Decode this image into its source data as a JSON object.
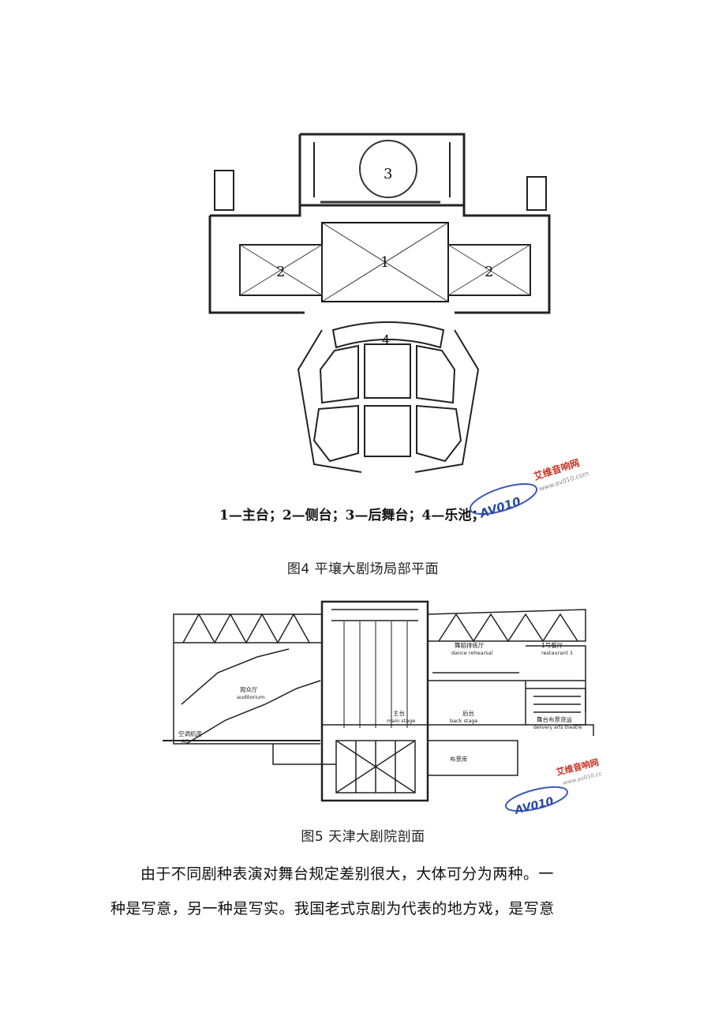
{
  "figure4": {
    "numbers": {
      "main": "1",
      "side_left": "2",
      "side_right": "2",
      "back": "3",
      "pit": "4"
    },
    "legend": "1—主台；2—侧台；3—后舞台；4—乐池；",
    "watermark": {
      "logo": "AV010",
      "brand": "艾维音响网",
      "url": "www.av010.com"
    }
  },
  "caption4": "图4  平壤大剧场局部平面",
  "figure5": {
    "labels": {
      "auditorium_cn": "观众厅",
      "auditorium_en": "auditorium",
      "main_stage_cn": "主台",
      "main_stage_en": "main stage",
      "back_stage_cn": "后台",
      "back_stage_en": "back stage",
      "dance_cn": "舞蹈排练厅",
      "dance_en": "dance rehearsal",
      "restaurant_cn": "1号餐厅",
      "restaurant_en": "restaurant 1",
      "ac_cn": "空调机房",
      "ac_en": "AC",
      "storage_cn": "布景库",
      "delivery_cn": "舞台布景货运",
      "delivery_en": "delivery arts theatre"
    },
    "watermark": {
      "logo": "AV010",
      "brand": "艾维音响网",
      "url": "www.av010.com"
    }
  },
  "caption5": "图5  天津大剧院剖面",
  "paragraph": {
    "line1": "由于不同剧种表演对舞台规定差别很大，大体可分为两种。一",
    "line2": "种是写意，另一种是写实。我国老式京剧为代表的地方戏，是写意"
  }
}
